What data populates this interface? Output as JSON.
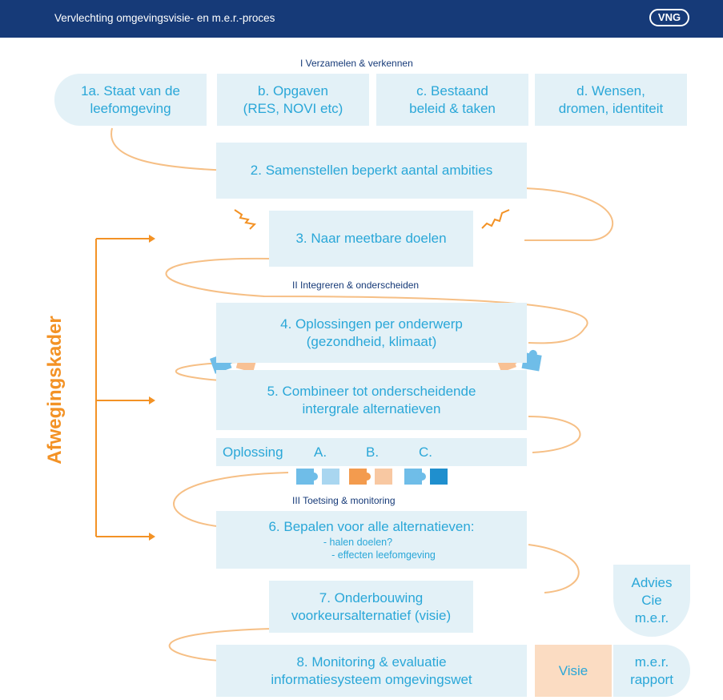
{
  "header": {
    "title": "Vervlechting omgevingsvisie- en m.e.r.-proces",
    "logo": "VNG"
  },
  "colors": {
    "header": "#163a78",
    "box": "#e3f1f7",
    "text": "#2aa7d8",
    "loop": "#f6bf85",
    "orange": "#f39225",
    "visie_box": "#fbdcc2"
  },
  "sections": {
    "s1": "I Verzamelen & verkennen",
    "s2": "II Integreren & onderscheiden",
    "s3": "III Toetsing & monitoring"
  },
  "side_label": "Afwegingskader",
  "steps": {
    "s1a": {
      "line1": "1a. Staat van de",
      "line2": "leefomgeving"
    },
    "s1b": {
      "line1": "b. Opgaven",
      "line2": "(RES, NOVI etc)"
    },
    "s1c": {
      "line1": "c. Bestaand",
      "line2": "beleid & taken"
    },
    "s1d": {
      "line1": "d. Wensen,",
      "line2": "dromen, identiteit"
    },
    "s2": "2. Samenstellen beperkt aantal ambities",
    "s3": "3. Naar meetbare doelen",
    "s4": {
      "line1": "4. Oplossingen per onderwerp",
      "line2": "(gezondheid, klimaat)"
    },
    "s5": {
      "line1": "5. Combineer tot onderscheidende",
      "line2": "intergrale alternatieven"
    },
    "oplossing": {
      "label": "Oplossing",
      "a": "A.",
      "b": "B.",
      "c": "C."
    },
    "s6": {
      "title": "6. Bepalen voor alle alternatieven:",
      "sub1": "- halen doelen?",
      "sub2": "- effecten leefomgeving"
    },
    "s7": {
      "line1": "7. Onderbouwing",
      "line2": "voorkeursalternatief (visie)"
    },
    "s8": {
      "line1": "8. Monitoring & evaluatie",
      "line2": "informatiesysteem omgevingswet"
    },
    "advies": {
      "line1": "Advies",
      "line2": "Cie",
      "line3": "m.e.r."
    },
    "visie": "Visie",
    "mer": {
      "line1": "m.e.r.",
      "line2": "rapport"
    }
  }
}
